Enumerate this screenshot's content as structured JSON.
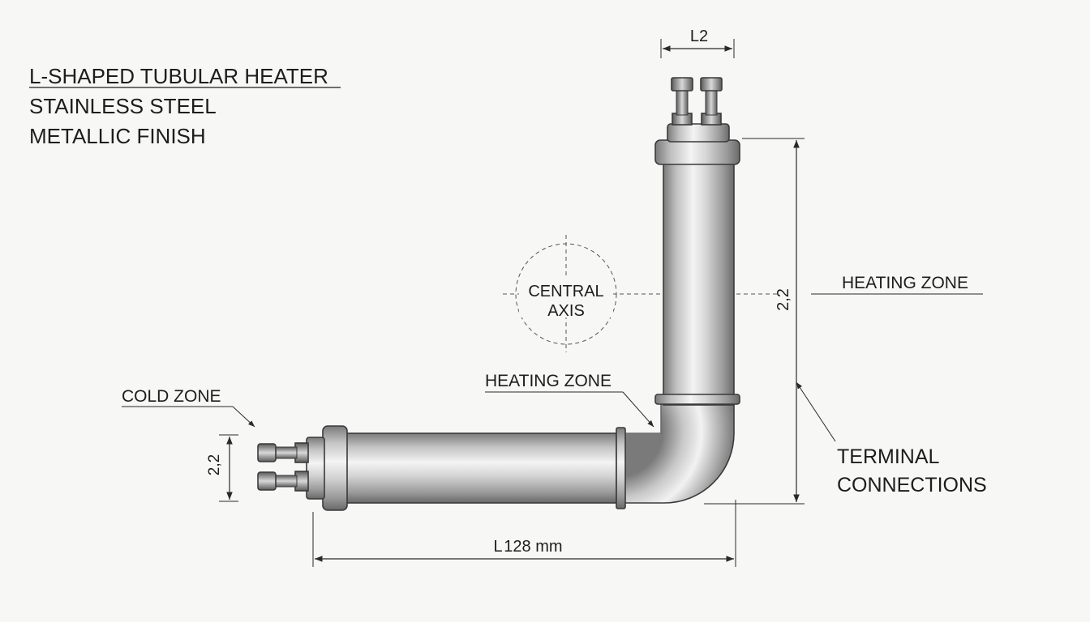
{
  "title_block": {
    "line1": "L-SHAPED TUBULAR HEATER",
    "line2": "STAINLESS STEEL",
    "line3": "METALLIC FINISH"
  },
  "labels": {
    "cold_zone": "COLD ZONE",
    "heating_zone_lower": "HEATING ZONE",
    "heating_zone_right": "HEATING ZONE",
    "central_axis_line1": "CENTRAL",
    "central_axis_line2": "AXIS",
    "terminal_connections_line1": "TERMINAL",
    "terminal_connections_line2": "CONNECTIONS"
  },
  "dimensions": {
    "top_width": "L2",
    "vertical_length": "2,2",
    "terminal_height": "2,2",
    "horizontal_length": "L 128 mm"
  },
  "colors": {
    "tube_light": "#f2f2f2",
    "tube_mid": "#bdbdbd",
    "tube_dark": "#6e6e6e",
    "line": "#2a2a2a",
    "background": "#f7f7f6"
  }
}
